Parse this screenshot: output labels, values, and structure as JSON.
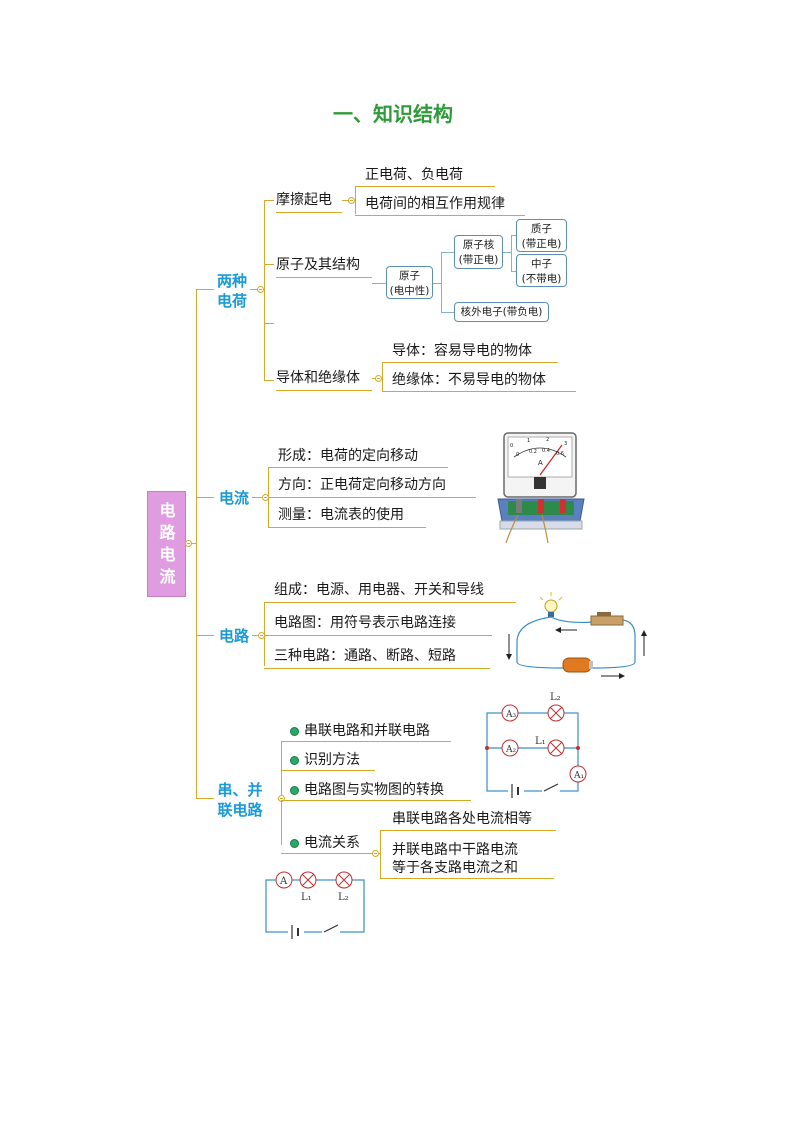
{
  "title": "一、知识结构",
  "root": "电路电流",
  "sections": {
    "charges": {
      "label": "两种电荷",
      "friction": {
        "label": "摩擦起电",
        "items": [
          "正电荷、负电荷",
          "电荷间的相互作用规律"
        ]
      },
      "atom": {
        "label": "原子及其结构",
        "atom_box": "原子\n(电中性)",
        "nucleus_box": "原子核\n(带正电)",
        "proton_box": "质子\n(带正电)",
        "neutron_box": "中子\n(不带电)",
        "electron_box": "核外电子(带负电)"
      },
      "conductors": {
        "label": "导体和绝缘体",
        "items": [
          "导体：容易导电的物体",
          "绝缘体：不易导电的物体"
        ]
      }
    },
    "current": {
      "label": "电流",
      "items": [
        "形成：电荷的定向移动",
        "方向：正电荷定向移动方向",
        "测量：电流表的使用"
      ],
      "meter_scale": [
        "0",
        "0.2",
        "0.4",
        "0.6"
      ],
      "meter_scale_outer": [
        "0",
        "1",
        "2",
        "3"
      ],
      "meter_unit": "A"
    },
    "circuit": {
      "label": "电路",
      "items": [
        "组成：电源、用电器、开关和导线",
        "电路图：用符号表示电路连接",
        "三种电路：通路、断路、短路"
      ]
    },
    "series_parallel": {
      "label": "串、并联电路",
      "items": [
        "串联电路和并联电路",
        "识别方法",
        "电路图与实物图的转换",
        "电流关系"
      ],
      "relation_items": [
        "串联电路各处电流相等",
        "并联电路中干路电流\n等于各支路电流之和"
      ],
      "parallel_fig": {
        "a3": "A₃",
        "a2": "A₂",
        "a1": "A₁",
        "l1": "L₁",
        "l2": "L₂"
      },
      "series_fig": {
        "a": "A",
        "l1": "L₁",
        "l2": "L₂"
      }
    }
  },
  "colors": {
    "title": "#2e9a3a",
    "root_bg": "#e09ce0",
    "section_label": "#1a9ad6",
    "branch_line": "#d6a926",
    "circuit_wire": "#3a8fc4",
    "bullet": "#2aa86a"
  }
}
